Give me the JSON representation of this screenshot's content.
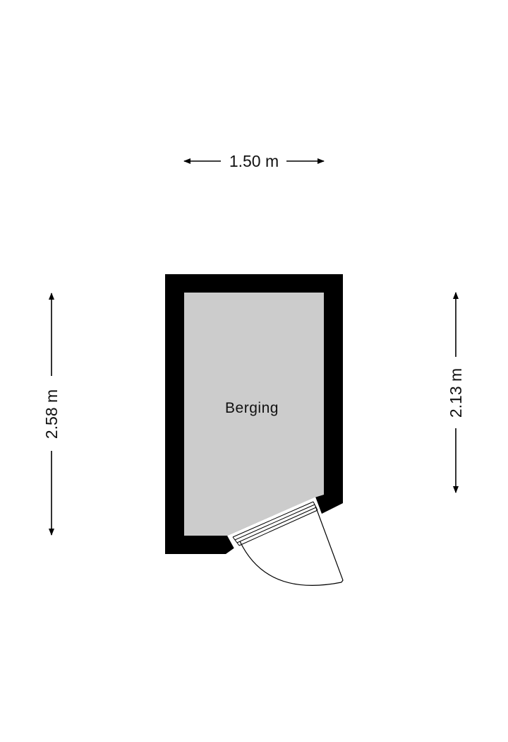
{
  "plan": {
    "room_label": "Berging",
    "dimensions": {
      "top_width": "1.50 m",
      "left_height": "2.58 m",
      "right_height": "2.13 m"
    }
  },
  "colors": {
    "wall": "#000000",
    "floor": "#cccccc",
    "line": "#000000",
    "background": "#ffffff"
  }
}
